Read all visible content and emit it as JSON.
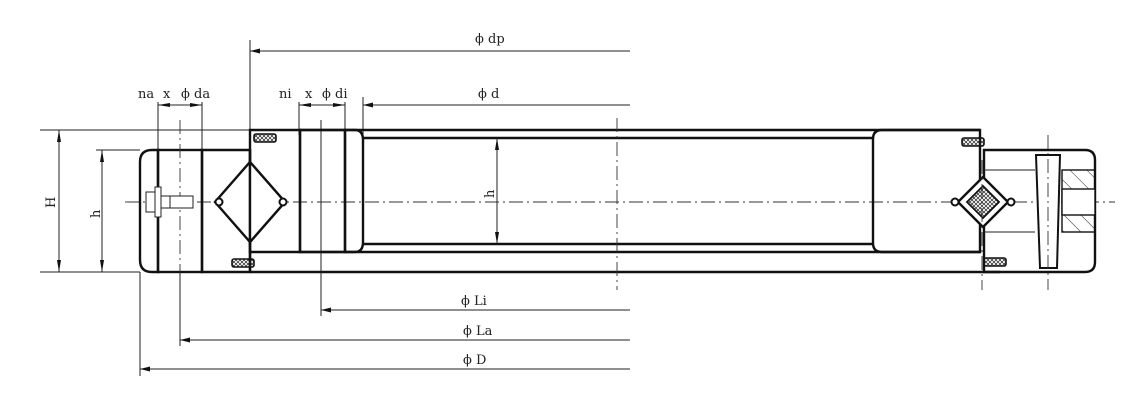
{
  "drawing": {
    "title": "Crossed roller bearing cross-section with dimension callouts",
    "colors": {
      "line": "#111111",
      "background": "#ffffff"
    },
    "dimensions_top": {
      "dp": "ϕ dp",
      "d": "ϕ d",
      "na": "na",
      "x_left": "x",
      "da": "ϕ da",
      "ni": "ni",
      "x_mid": "x",
      "di": "ϕ di"
    },
    "dimensions_bottom": {
      "Li": "ϕ Li",
      "La": "ϕ La",
      "D": "ϕ D"
    },
    "dimensions_side": {
      "H": "H",
      "h_outer": "h",
      "h_inner": "h"
    }
  }
}
